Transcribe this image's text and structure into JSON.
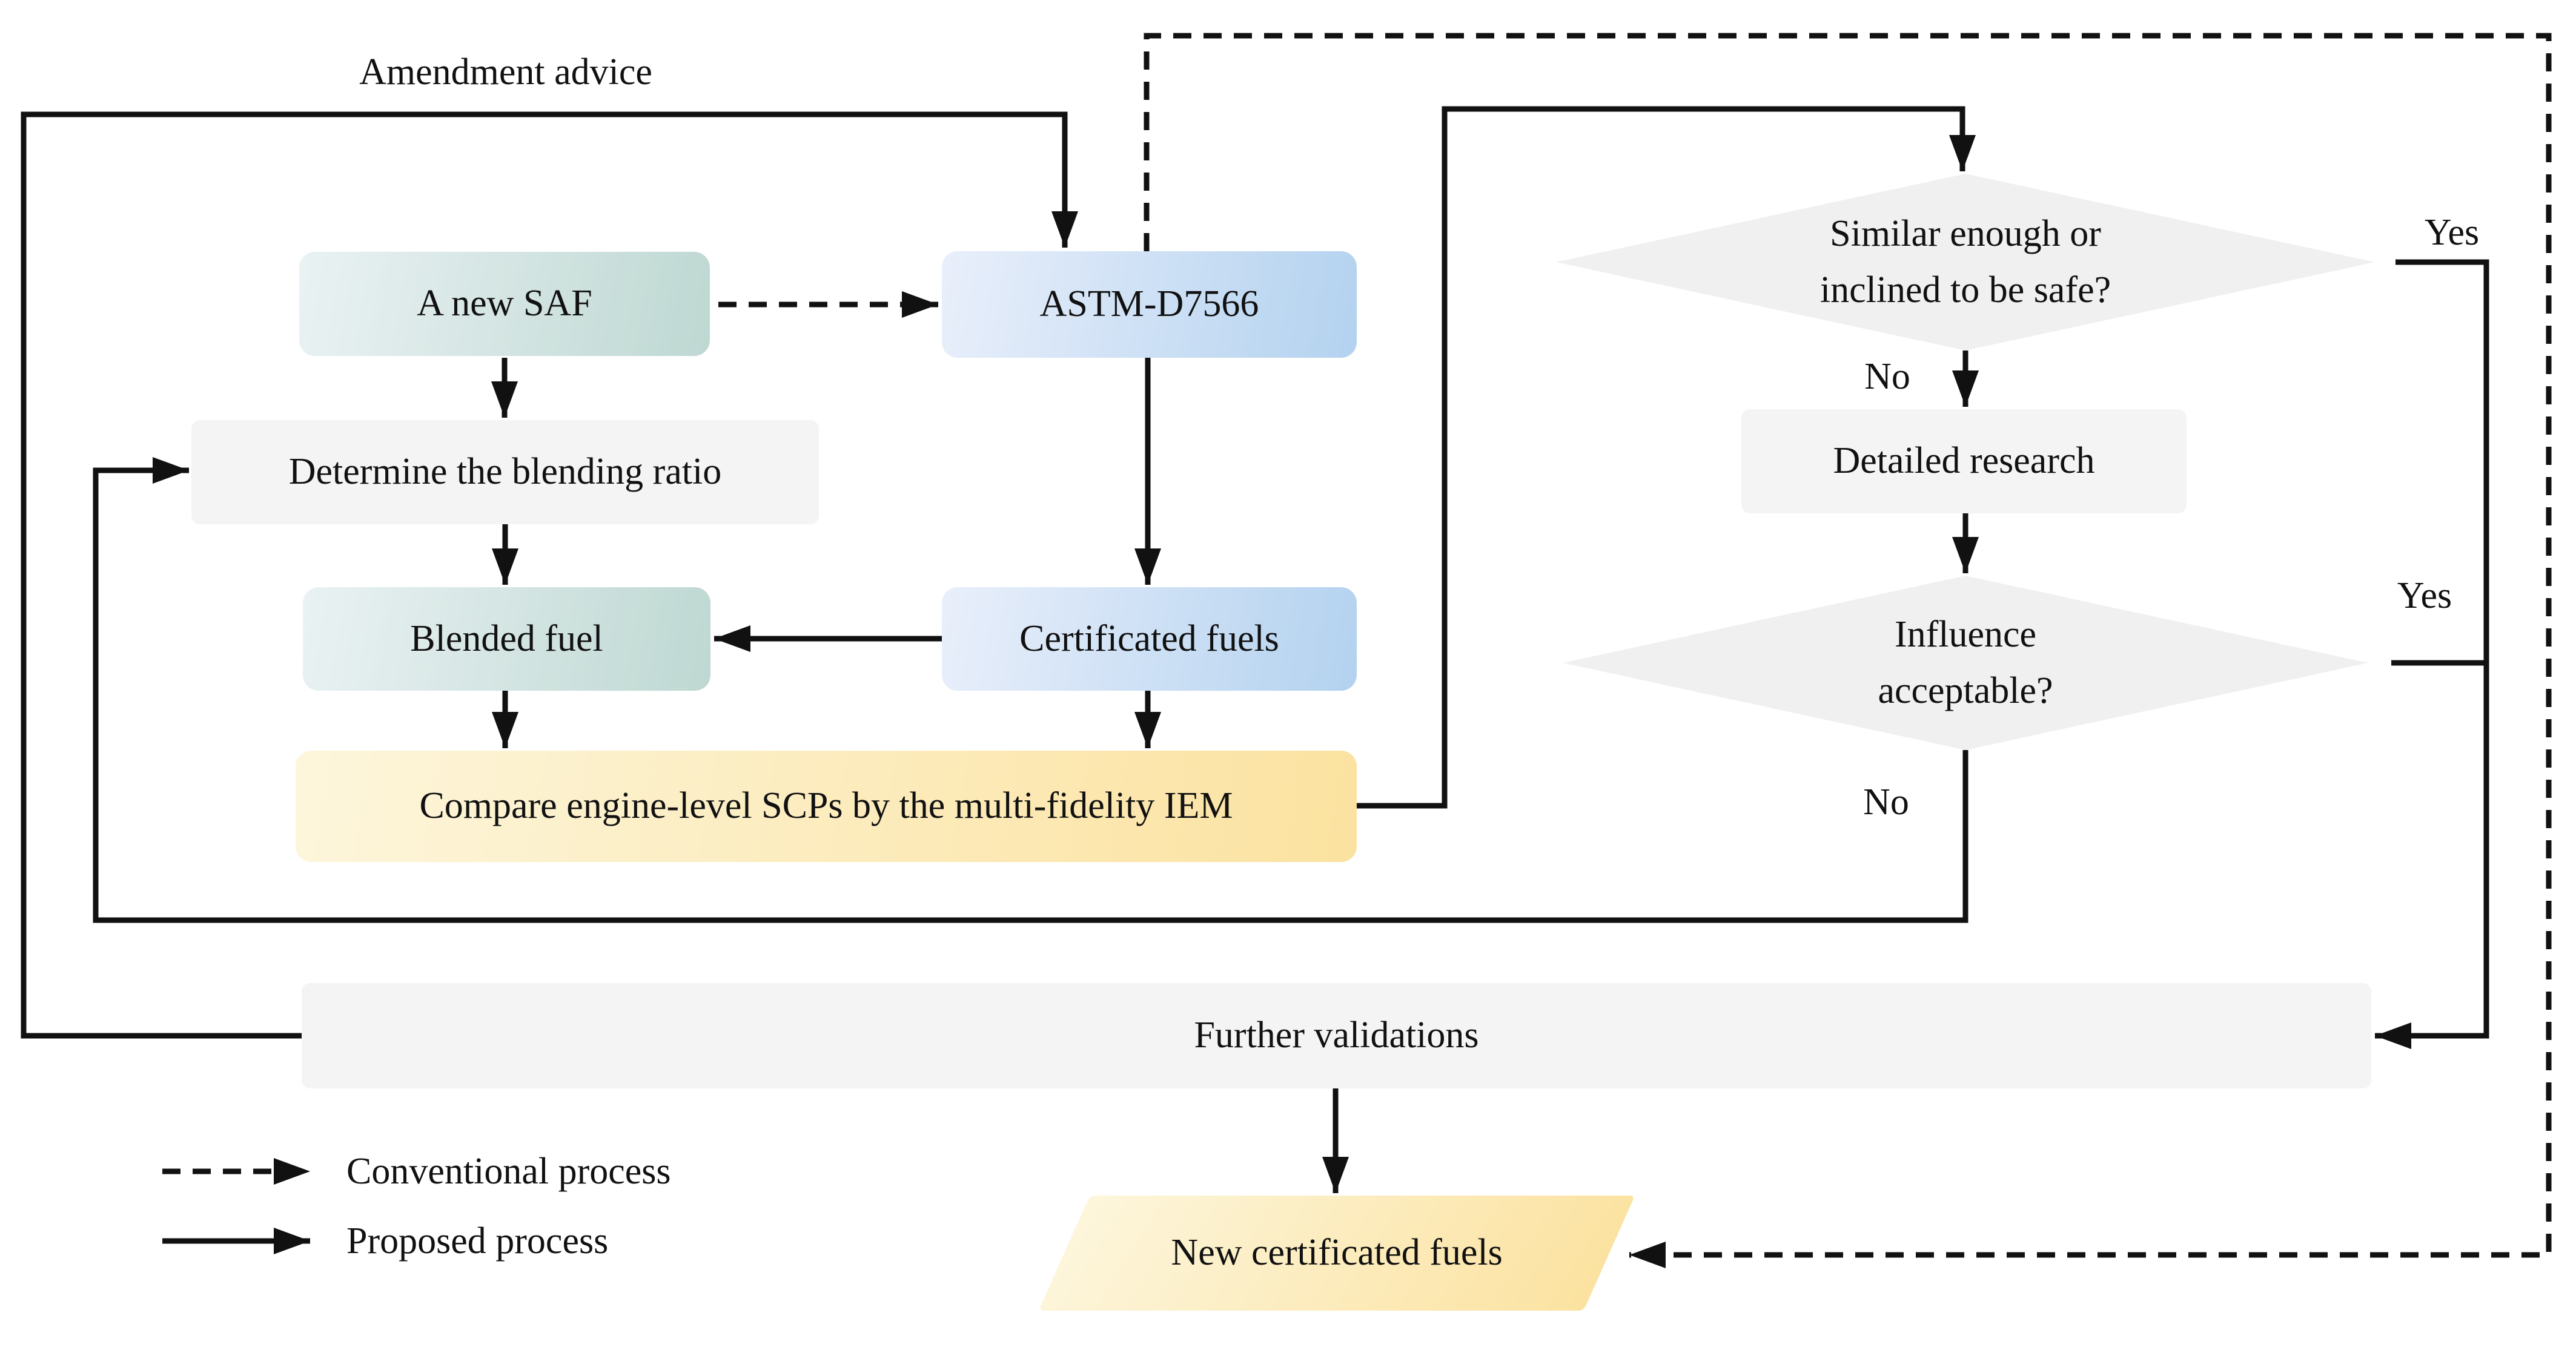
{
  "diagram": {
    "title_hint": "SAF certification process flowchart",
    "nodes": {
      "new_saf": "A new SAF",
      "astm": "ASTM-D7566",
      "determine": "Determine the blending ratio",
      "blended": "Blended fuel",
      "certificated": "Certificated fuels",
      "compare": "Compare engine-level SCPs by the multi-fidelity IEM",
      "similar_l1": "Similar enough or",
      "similar_l2": "inclined to be safe?",
      "detailed": "Detailed research",
      "influence_l1": "Influence",
      "influence_l2": "acceptable?",
      "further": "Further validations",
      "new_cert": "New certificated fuels"
    },
    "labels": {
      "amendment": "Amendment advice",
      "yes1": "Yes",
      "no1": "No",
      "yes2": "Yes",
      "no2": "No"
    },
    "legend": {
      "conventional": "Conventional process",
      "proposed": "Proposed process"
    },
    "colors": {
      "teal-light": "#eaf2f3",
      "teal-dark": "#bed8d2",
      "blue-light": "#e9effb",
      "blue-dark": "#b3d2ef",
      "yellow-light": "#fdf6dc",
      "yellow-dark": "#fbe2a0",
      "gray-box": "#f4f4f5",
      "diamond": "#f0f0f1",
      "line": "#111111"
    }
  }
}
